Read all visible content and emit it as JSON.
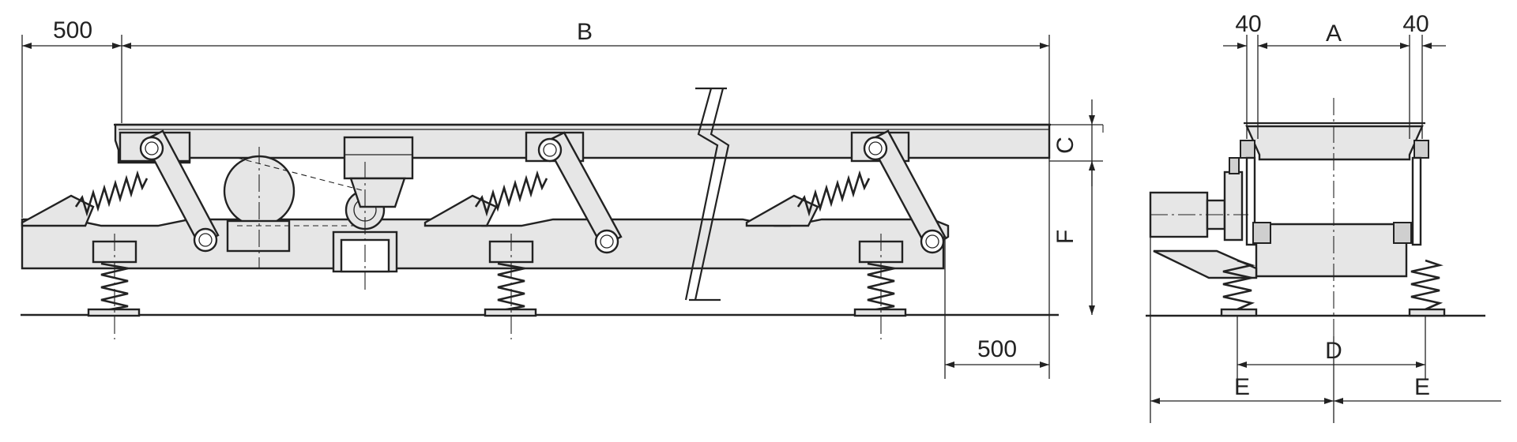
{
  "side_view": {
    "labels": {
      "left_extension": "500",
      "length": "B",
      "right_extension": "500",
      "trough_depth": "C",
      "height": "F"
    }
  },
  "end_view": {
    "labels": {
      "flange_left": "40",
      "width": "A",
      "flange_right": "40",
      "spring_span": "D",
      "overall_left": "E",
      "overall_right": "E"
    }
  }
}
